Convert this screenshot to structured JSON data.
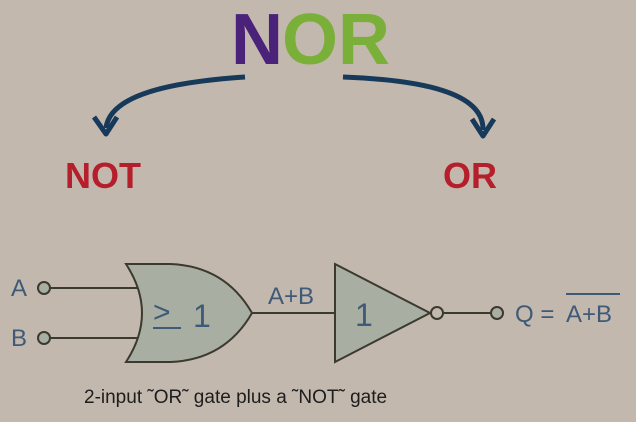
{
  "title": {
    "first": "N",
    "rest": "OR",
    "first_color": "#4a2279",
    "rest_color": "#7ab03a"
  },
  "branches": {
    "left": "NOT",
    "right": "OR",
    "color": "#b51f2c",
    "arrow_color": "#173a5a"
  },
  "circuit": {
    "input_a": "A",
    "input_b": "B",
    "or_gate_symbol_ge": ">",
    "or_gate_symbol_num": "1",
    "intermediate_label": "A+B",
    "not_gate_symbol": "1",
    "output_label": "Q =",
    "output_expr": "A+B",
    "gate_fill": "#a9aea2",
    "line_color": "#3a3a30"
  },
  "caption": "2-input ˜OR˜ gate plus a ˜NOT˜ gate"
}
